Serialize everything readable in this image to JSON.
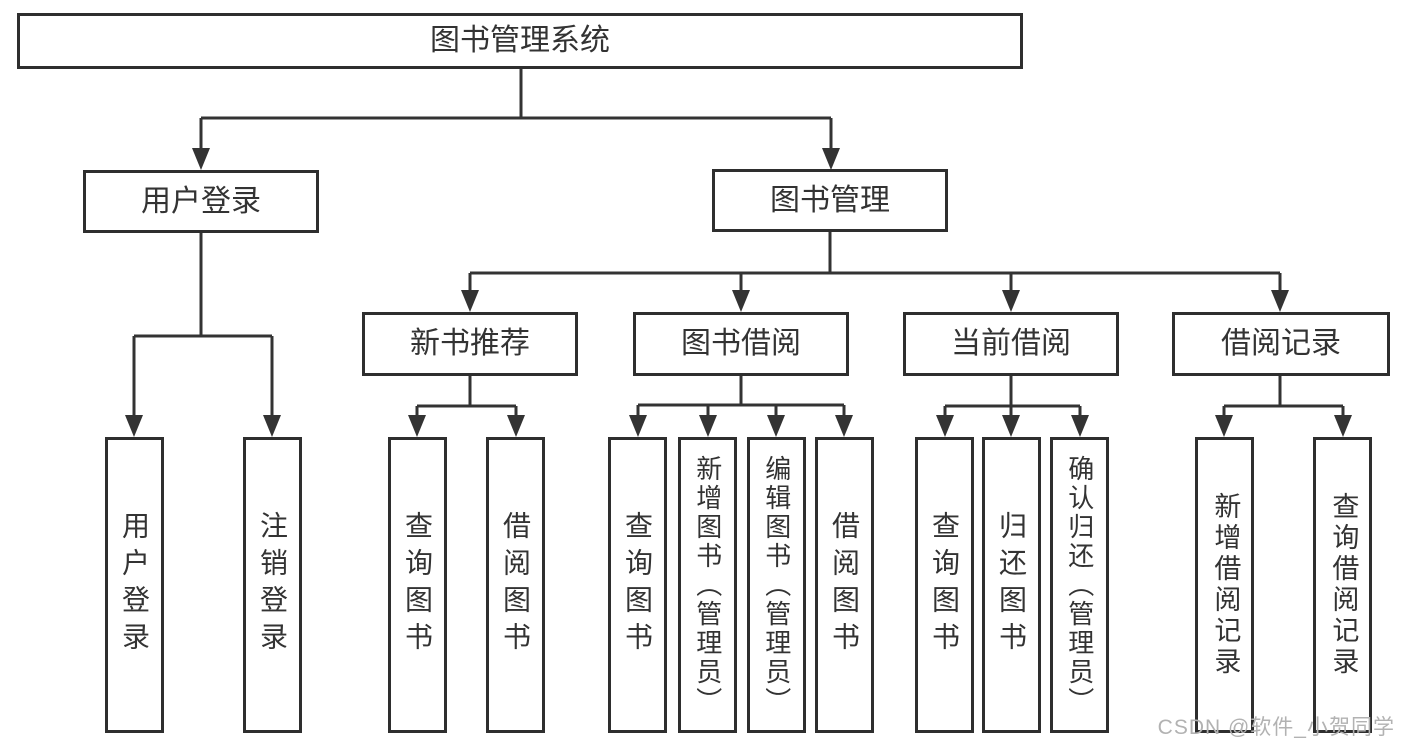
{
  "colors": {
    "line": "#333333",
    "border": "#2e2e2e",
    "text": "#333333",
    "watermark_color": "#b2b2b2",
    "background": "#ffffff"
  },
  "diagram": {
    "type": "hierarchy-tree",
    "root": "图书管理系统",
    "branches": [
      {
        "label": "用户登录",
        "leaves": [
          "用户登录",
          "注销登录"
        ]
      },
      {
        "label": "图书管理",
        "sections": [
          {
            "label": "新书推荐",
            "leaves": [
              "查询图书",
              "借阅图书"
            ]
          },
          {
            "label": "图书借阅",
            "leaves": [
              "查询图书",
              "新增图书（管理员）",
              "编辑图书（管理员）",
              "借阅图书"
            ]
          },
          {
            "label": "当前借阅",
            "leaves": [
              "查询图书",
              "归还图书",
              "确认归还（管理员）"
            ]
          },
          {
            "label": "借阅记录",
            "leaves": [
              "新增借阅记录",
              "查询借阅记录"
            ]
          }
        ]
      }
    ]
  },
  "watermark": "CSDN @软件_小贺同学"
}
